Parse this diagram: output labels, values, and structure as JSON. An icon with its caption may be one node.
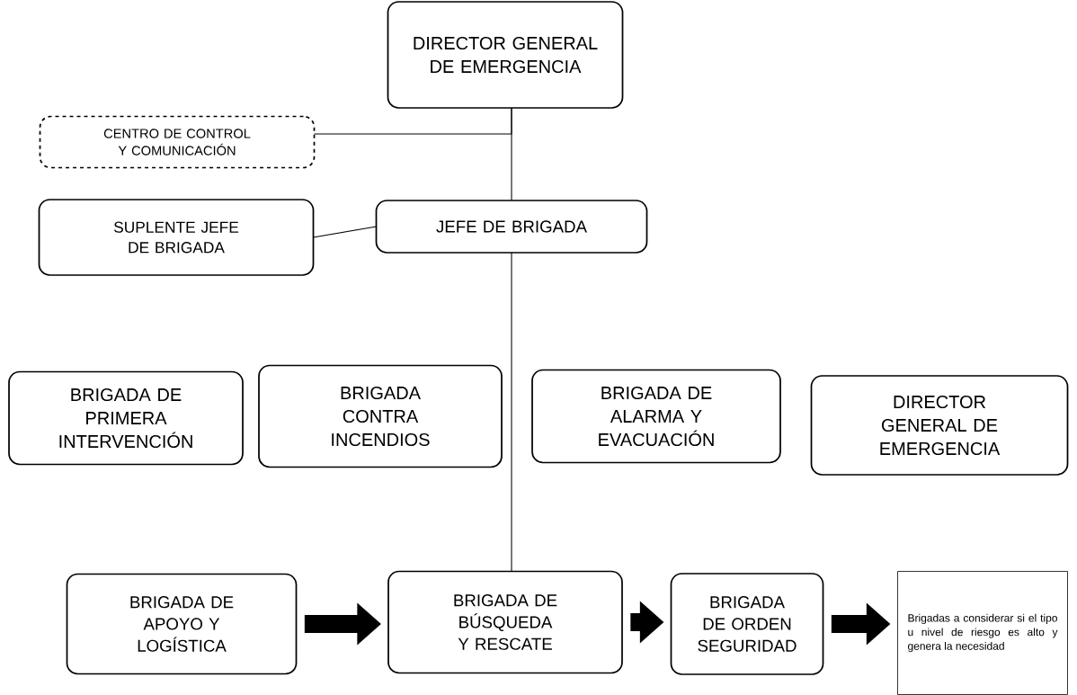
{
  "diagram": {
    "nodes": [
      {
        "text": [
          "DIRECTOR GENERAL DE EMERGENCIA"
        ]
      },
      {
        "text": [
          "CENTRO DE CONTROL Y COMUNICACIÓN"
        ]
      },
      {
        "text": [
          "SUPLENTE JEFE DE BRIGADA"
        ]
      },
      {
        "text": [
          "JEFE DE BRIGADA"
        ]
      },
      {
        "text": [
          "BRIGADA DE PRIMERA INTERVENCIÓN"
        ]
      },
      {
        "text": [
          "BRIGADA CONTRA INCENDIOS"
        ]
      },
      {
        "text": [
          "BRIGADA DE ALARMA Y EVACUACIÓN"
        ]
      },
      {
        "text": [
          "DIRECTOR GENERAL DE EMERGENCIA"
        ]
      },
      {
        "text": [
          "BRIGADA DE APOYO Y LOGÍSTICA"
        ]
      },
      {
        "text": [
          "BRIGADA DE BÚSQUEDA Y RESCATE"
        ]
      },
      {
        "text": [
          "BRIGADA DE ORDEN SEGURIDAD"
        ]
      },
      {
        "text": [
          "Brigadas a considerar si el tipo u nivel de riesgo es alto y genera la necesidad"
        ]
      }
    ],
    "edges": [
      {
        "from": 0,
        "to": 3,
        "arrow": "none"
      },
      {
        "from": 1,
        "to": 0,
        "arrow": "none"
      },
      {
        "from": 2,
        "to": 3,
        "arrow": "none"
      },
      {
        "from": 3,
        "to": 9,
        "arrow": "none"
      },
      {
        "from": 8,
        "to": 9,
        "arrow": "to",
        "style": "thick"
      },
      {
        "from": 9,
        "to": 10,
        "arrow": "to",
        "style": "thick"
      },
      {
        "from": 10,
        "to": 11,
        "arrow": "to",
        "style": "thick"
      }
    ]
  }
}
